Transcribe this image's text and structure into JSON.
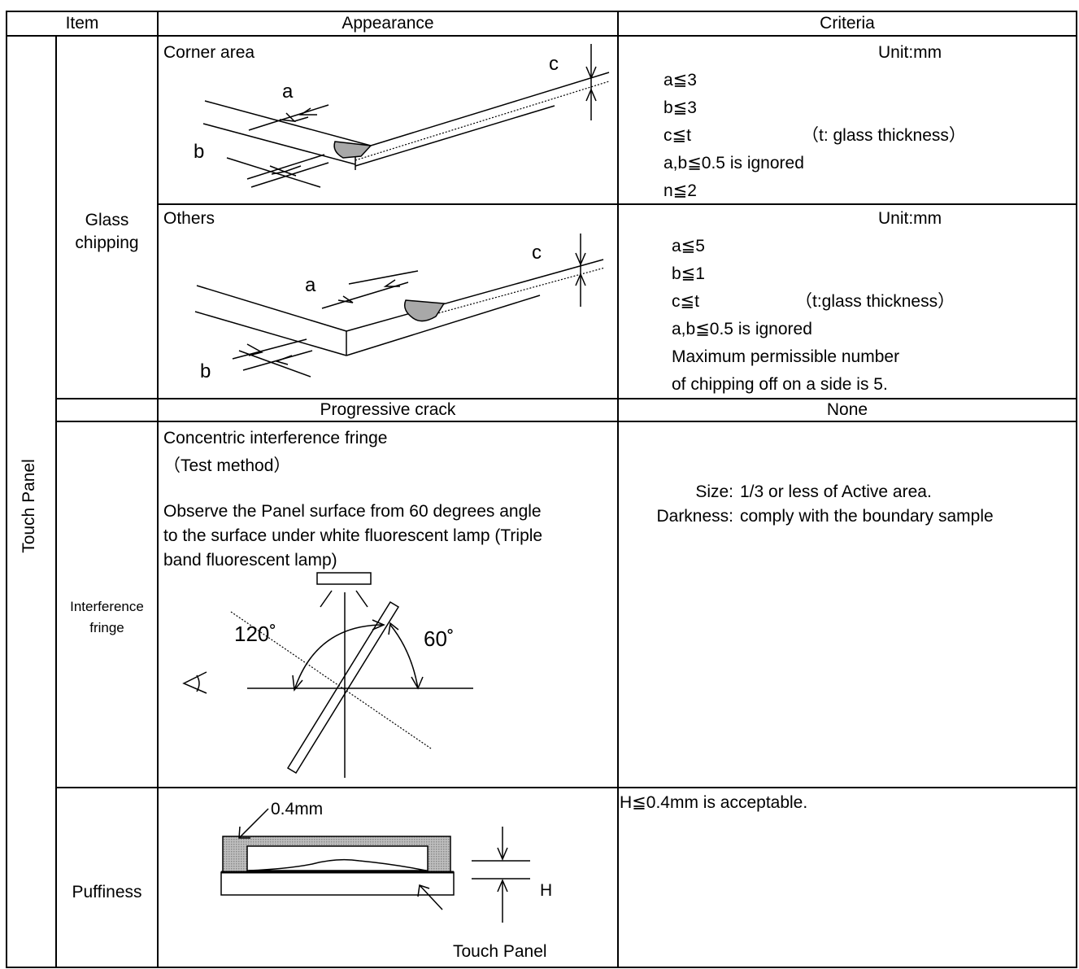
{
  "header": {
    "item": "Item",
    "appearance": "Appearance",
    "criteria": "Criteria"
  },
  "category": "Touch Panel",
  "glass_chipping": {
    "label_line1": "Glass",
    "label_line2": "chipping",
    "corner": {
      "title": "Corner area",
      "fig_labels": {
        "a": "a",
        "b": "b",
        "c": "c"
      },
      "unit": "Unit:mm",
      "criteria": [
        "a≦3",
        "b≦3",
        "c≦t",
        "a,b≦0.5 is ignored",
        "n≦2"
      ],
      "note": "（t: glass thickness）"
    },
    "others": {
      "title": "Others",
      "fig_labels": {
        "a": "a",
        "b": "b",
        "c": "c"
      },
      "unit": "Unit:mm",
      "criteria": [
        "a≦5",
        "b≦1",
        "c≦t",
        "a,b≦0.5 is ignored",
        "Maximum permissible number",
        "of chipping off on a side is 5."
      ],
      "note": "（t:glass thickness）"
    },
    "progressive_crack": {
      "label": "Progressive crack",
      "value": "None"
    }
  },
  "interference_fringe": {
    "label_line1": "Interference",
    "label_line2": "fringe",
    "title": "Concentric interference fringe",
    "test_method": "（Test method）",
    "description": [
      "Observe the Panel surface from 60 degrees angle",
      "to the surface under white fluorescent lamp (Triple",
      "band fluorescent  lamp)"
    ],
    "angle_large": "120˚",
    "angle_small": "60˚",
    "criteria_size_label": "Size:",
    "criteria_size_value": "1/3 or less of Active area.",
    "criteria_dark_label": "Darkness:",
    "criteria_dark_value": "comply with the boundary sample"
  },
  "puffiness": {
    "label": "Puffiness",
    "thickness": "0.4mm",
    "h_label": "H",
    "panel_label": "Touch Panel",
    "criteria": "H≦0.4mm is acceptable."
  }
}
